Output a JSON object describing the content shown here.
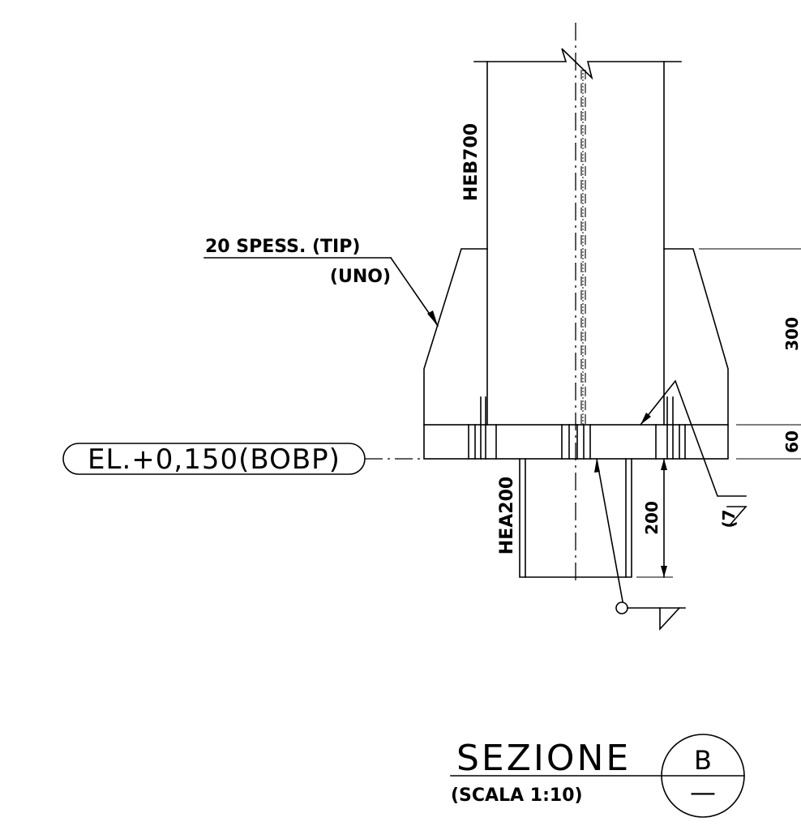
{
  "labels": {
    "column_profile": "HEB700",
    "weld_spec_line1": "20 SPESS. (TIP)",
    "weld_spec_line2": "(UNO)",
    "elevation_tag": "EL.+0,150(BOBP)",
    "lower_profile": "HEA200",
    "dim_stiffener_height": "300",
    "dim_plate_thickness": "60",
    "dim_lower_length": "200",
    "weld_callout_partial": "(7"
  },
  "title_block": {
    "title": "SEZIONE",
    "scale": "(SCALA 1:10)",
    "section_letter": "B",
    "sheet_ref": "—"
  }
}
